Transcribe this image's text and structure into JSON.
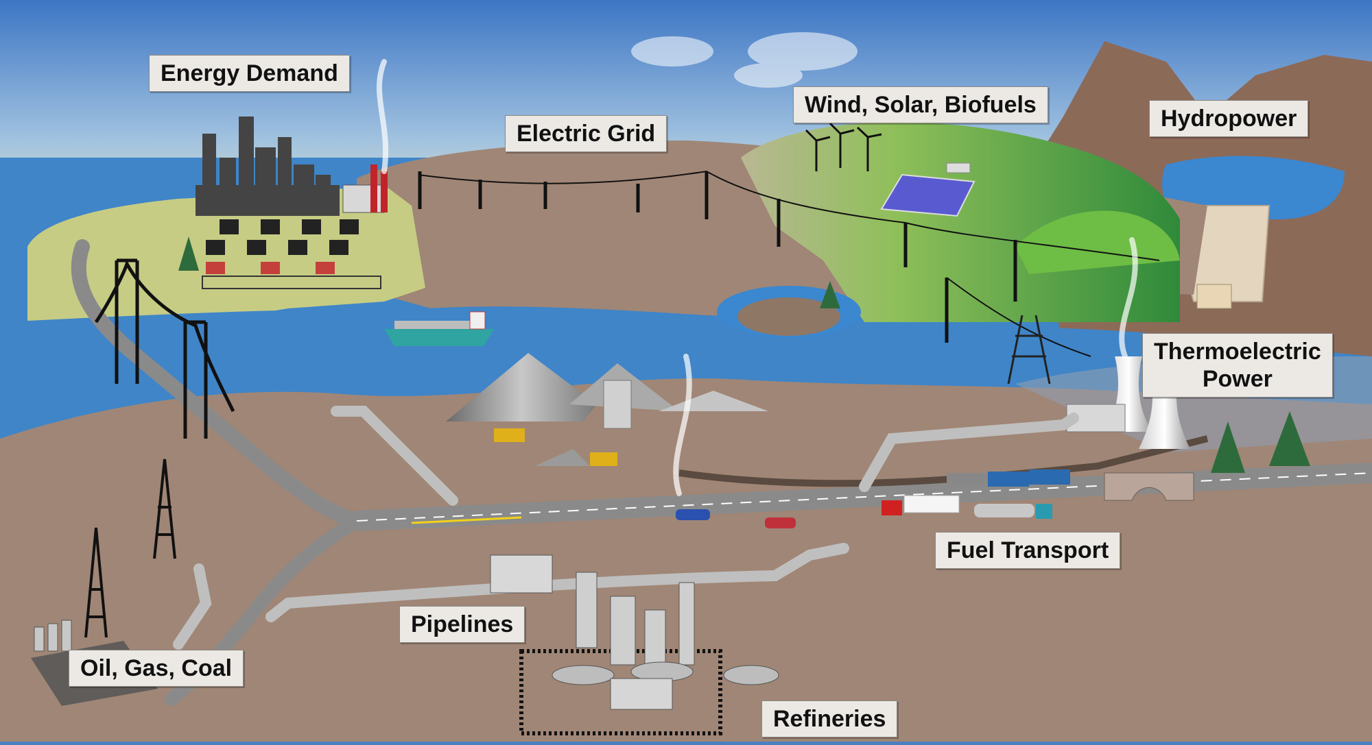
{
  "labels": {
    "energy_demand": "Energy Demand",
    "electric_grid": "Electric Grid",
    "wind_solar_biofuels": "Wind, Solar, Biofuels",
    "hydropower": "Hydropower",
    "thermoelectric_power": "Thermoelectric\nPower",
    "fuel_transport": "Fuel Transport",
    "pipelines": "Pipelines",
    "oil_gas_coal": "Oil, Gas, Coal",
    "refineries": "Refineries"
  },
  "colors": {
    "sky_top": "#3d76c4",
    "sky_horizon": "#f4f0c8",
    "water": "#3f85c8",
    "land": "#a08676",
    "grassland": "#c6cc84",
    "green_hill": "#6ea848",
    "mountain": "#8c6a58",
    "road": "#8a8a8a",
    "label_bg": "#ece9e5"
  }
}
